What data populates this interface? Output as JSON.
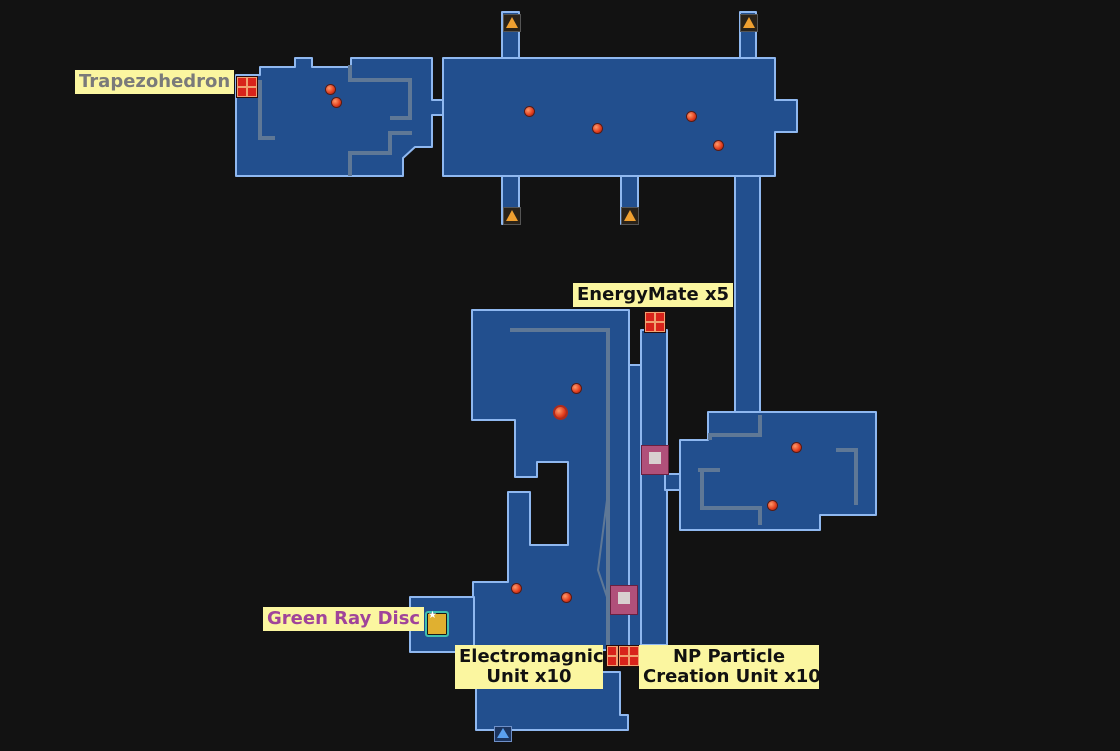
{
  "labels": {
    "trapezohedron": "Trapezohedron",
    "energymate": "EnergyMate x5",
    "green_ray_disc": "Green Ray Disc",
    "electromagnetic_line1": "Electromagnic",
    "electromagnetic_line2": "Unit x10",
    "np_particle_line1": "NP Particle",
    "np_particle_line2": "Creation Unit x10"
  },
  "colors": {
    "background": "#121212",
    "room_fill": "#224f8e",
    "room_outline": "#8fb8f0",
    "label_bg": "#fbf6a0",
    "trapezohedron_text": "#7a7a7a",
    "green_ray_disc_text": "#a0449a"
  }
}
